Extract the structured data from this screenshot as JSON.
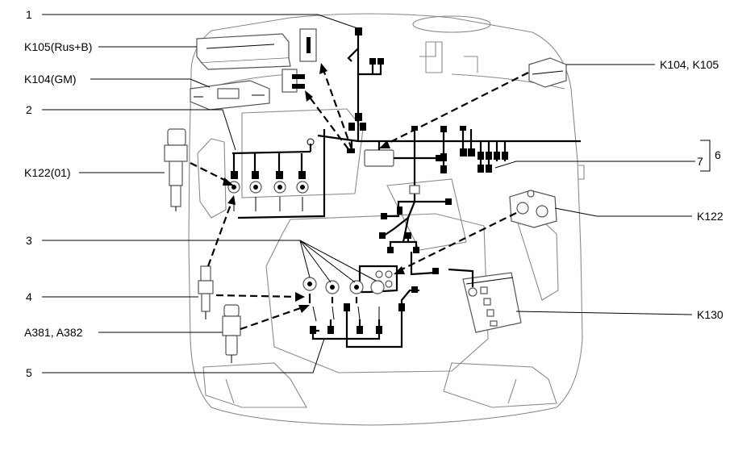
{
  "labels": {
    "l1": "1",
    "l2": "2",
    "l3": "3",
    "l4": "4",
    "l5": "5",
    "l6": "6",
    "l7": "7",
    "k105_rus": "K105(Rus+B)",
    "k104_gm": "K104(GM)",
    "k122_01": "K122(01)",
    "k104_k105": "K104, K105",
    "k122": "K122",
    "k130": "K130",
    "a381_a382": "A381, A382"
  }
}
